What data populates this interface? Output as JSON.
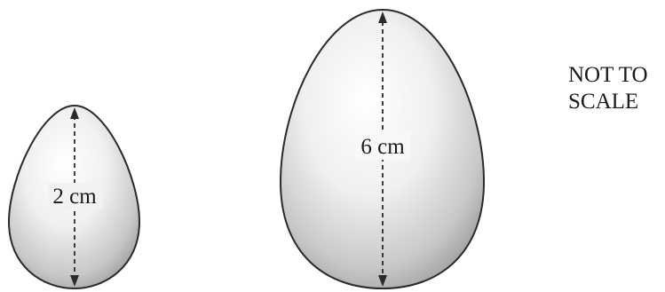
{
  "eggs": [
    {
      "height_label": "2 cm"
    },
    {
      "height_label": "6 cm"
    }
  ],
  "note": {
    "line1": "NOT TO",
    "line2": "SCALE"
  },
  "colors": {
    "outline": "#2a2a2a",
    "shade_dark": "#9a9a9a",
    "shade_light": "#ffffff"
  }
}
